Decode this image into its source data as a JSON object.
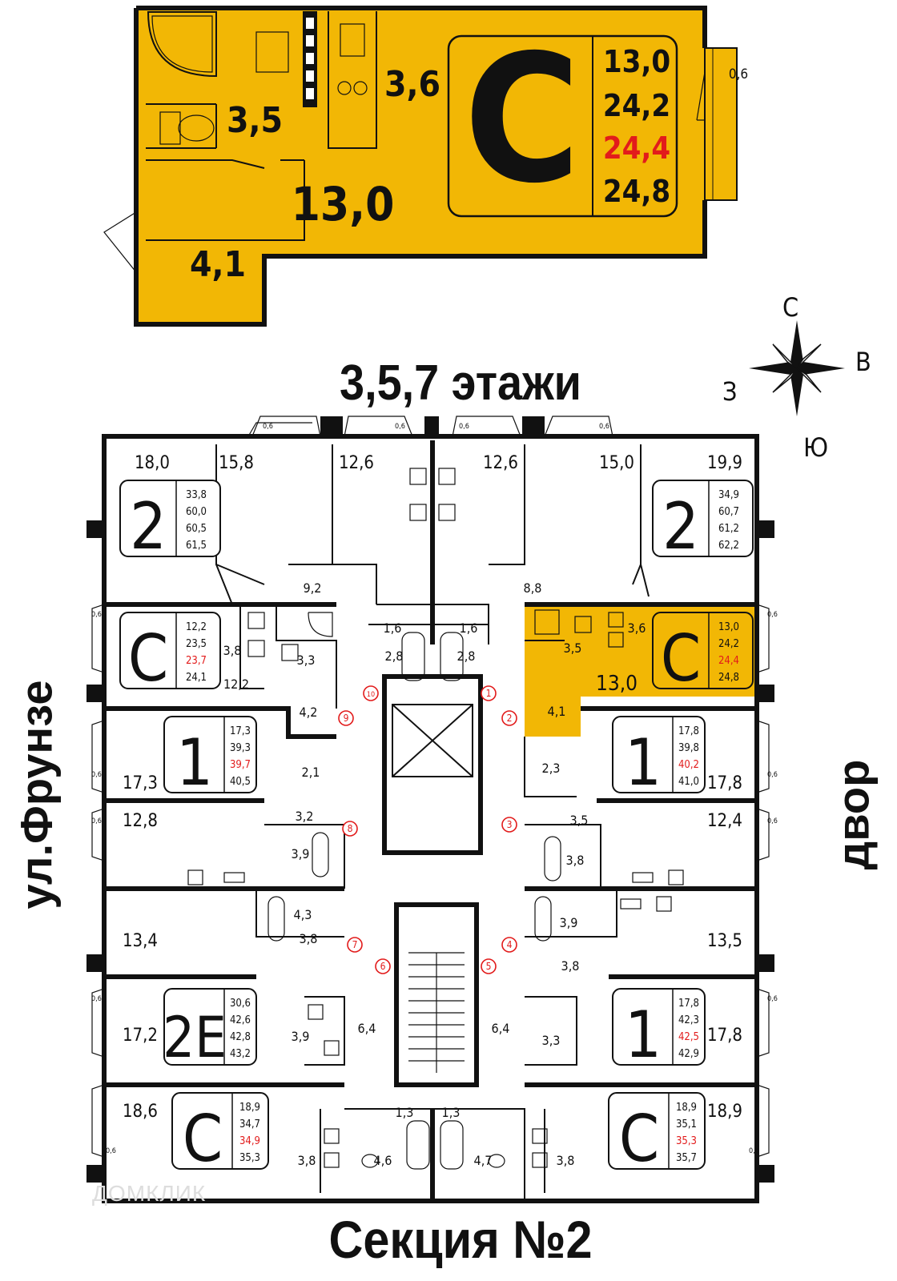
{
  "top_unit": {
    "type": "С",
    "rooms": {
      "bath": "3,5",
      "kitchen": "3,6",
      "living": "13,0",
      "hall": "4,1",
      "balcony": "0,6"
    },
    "areas": [
      "13,0",
      "24,2",
      "24,4",
      "24,8"
    ],
    "accent": "#f2b705"
  },
  "floors_title": "3,5,7 этажи",
  "compass": {
    "n": "С",
    "e": "В",
    "w": "З",
    "s": "Ю"
  },
  "street_label": "ул.Фрунзе",
  "yard_label": "двор",
  "section_title": "Секция №2",
  "watermark": "ДОМКЛИК",
  "balcony_label": "0,6",
  "apartments": [
    {
      "type": "2",
      "areas": [
        "33,8",
        "60,0",
        "60,5",
        "61,5"
      ]
    },
    {
      "type": "2",
      "areas": [
        "34,9",
        "60,7",
        "61,2",
        "62,2"
      ]
    },
    {
      "type": "С",
      "areas": [
        "12,2",
        "23,5",
        "23,7",
        "24,1"
      ]
    },
    {
      "type": "С",
      "areas": [
        "13,0",
        "24,2",
        "24,4",
        "24,8"
      ]
    },
    {
      "type": "1",
      "areas": [
        "17,3",
        "39,3",
        "39,7",
        "40,5"
      ]
    },
    {
      "type": "1",
      "areas": [
        "17,8",
        "39,8",
        "40,2",
        "41,0"
      ]
    },
    {
      "type": "2Е",
      "areas": [
        "30,6",
        "42,6",
        "42,8",
        "43,2"
      ]
    },
    {
      "type": "1",
      "areas": [
        "17,8",
        "42,3",
        "42,5",
        "42,9"
      ]
    },
    {
      "type": "С",
      "areas": [
        "18,9",
        "34,7",
        "34,9",
        "35,3"
      ]
    },
    {
      "type": "С",
      "areas": [
        "18,9",
        "35,1",
        "35,3",
        "35,7"
      ]
    }
  ],
  "room_labels": [
    "18,0",
    "15,8",
    "12,6",
    "12,6",
    "15,0",
    "19,9",
    "9,2",
    "1,6",
    "1,6",
    "8,8",
    "2,8",
    "2,8",
    "3,8",
    "3,3",
    "12,2",
    "4,2",
    "3,6",
    "3,5",
    "13,0",
    "4,1",
    "17,3",
    "2,1",
    "3,2",
    "12,8",
    "3,9",
    "2,3",
    "17,8",
    "3,5",
    "12,4",
    "3,8",
    "4,3",
    "13,4",
    "3,8",
    "3,9",
    "13,5",
    "3,8",
    "17,2",
    "3,9",
    "6,4",
    "6,4",
    "3,3",
    "17,8",
    "1,3",
    "1,3",
    "18,6",
    "3,8",
    "4,6",
    "4,7",
    "3,8",
    "18,9"
  ],
  "door_numbers": [
    "1",
    "2",
    "3",
    "4",
    "5",
    "6",
    "7",
    "8",
    "9",
    "10"
  ]
}
